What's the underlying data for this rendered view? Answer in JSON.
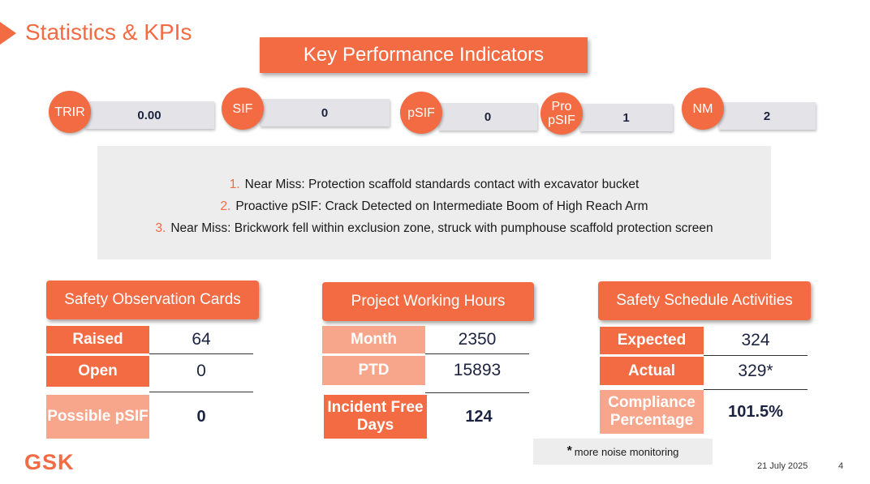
{
  "header": {
    "title": "Statistics & KPIs",
    "banner": "Key Performance Indicators"
  },
  "kpis": [
    {
      "label": "TRIR",
      "value": "0.00"
    },
    {
      "label": "SIF",
      "value": "0"
    },
    {
      "label": "pSIF",
      "value": "0"
    },
    {
      "label": "Pro\npSIF",
      "value": "1"
    },
    {
      "label": "NM",
      "value": "2"
    }
  ],
  "incidents": [
    {
      "num": "1.",
      "text": "Near Miss: Protection scaffold standards contact with excavator bucket"
    },
    {
      "num": "2.",
      "text": "Proactive pSIF: Crack Detected on Intermediate Boom of High Reach Arm"
    },
    {
      "num": "3.",
      "text": "Near Miss: Brickwork fell within exclusion zone, struck with pumphouse scaffold protection screen"
    }
  ],
  "panels": {
    "observation": {
      "title": "Safety Observation Cards",
      "rows": [
        {
          "label": "Raised",
          "value": "64"
        },
        {
          "label": "Open",
          "value": "0"
        },
        {
          "label": "Possible pSIF",
          "value": "0"
        }
      ]
    },
    "hours": {
      "title": "Project Working Hours",
      "rows": [
        {
          "label": "Month",
          "value": "2350"
        },
        {
          "label": "PTD",
          "value": "15893"
        },
        {
          "label": "Incident Free Days",
          "value": "124"
        }
      ]
    },
    "schedule": {
      "title": "Safety Schedule Activities",
      "rows": [
        {
          "label": "Expected",
          "value": "324"
        },
        {
          "label": "Actual",
          "value": "329*"
        },
        {
          "label": "Compliance Percentage",
          "value": "101.5%"
        }
      ]
    }
  },
  "footer": {
    "note_star": "*",
    "note": "more noise monitoring",
    "logo": "GSK",
    "date": "21 July 2025",
    "page": "4"
  },
  "colors": {
    "accent": "#f26b43",
    "accent_light": "#f7a68c",
    "kpi_bar": "#e4e4e8",
    "panel_grey": "#ededed"
  }
}
